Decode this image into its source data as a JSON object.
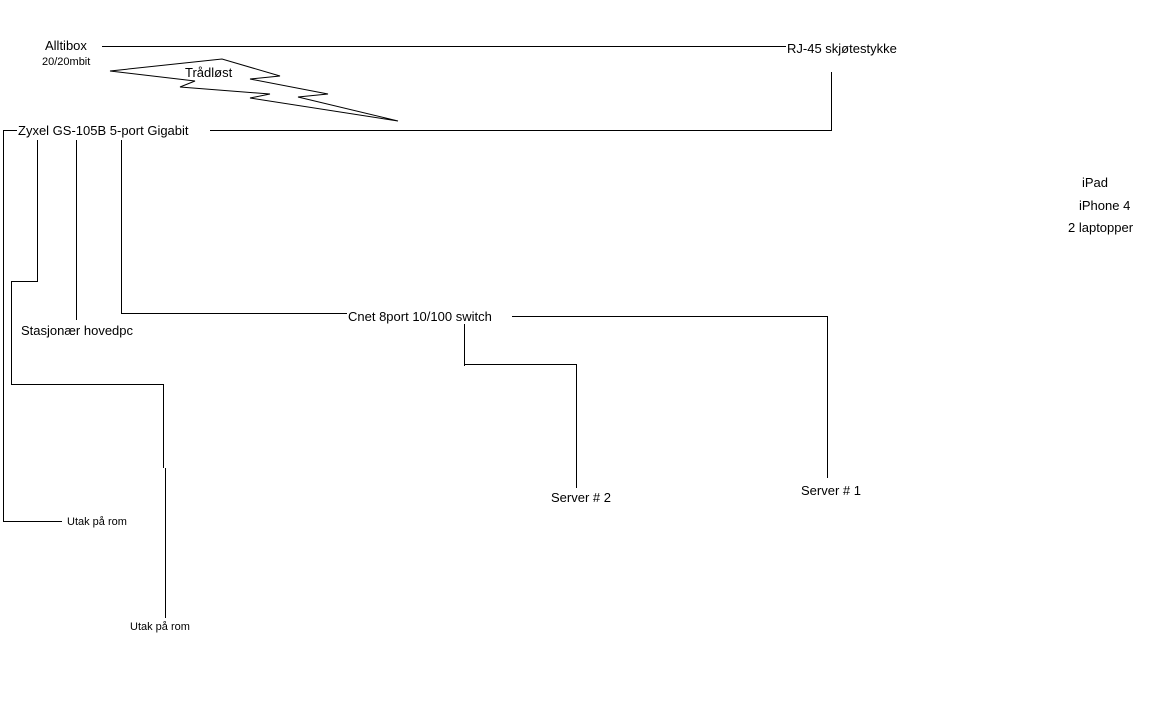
{
  "diagram": {
    "alltibox": "Alltibox",
    "alltibox_speed": "20/20mbit",
    "wireless": "Trådløst",
    "rj45": "RJ-45 skjøtestykke",
    "zyxel": "Zyxel GS-105B 5-port Gigabit",
    "stationary_pc": "Stasjonær hovedpc",
    "cnet": "Cnet 8port 10/100 switch",
    "server2": "Server # 2",
    "server1": "Server # 1",
    "outlet_1": "Utak på rom",
    "outlet_2": "Utak på rom",
    "wireless_devices": [
      "iPad",
      "iPhone 4",
      "2 laptopper"
    ]
  },
  "colors": {
    "line": "#000000",
    "background": "#ffffff"
  }
}
